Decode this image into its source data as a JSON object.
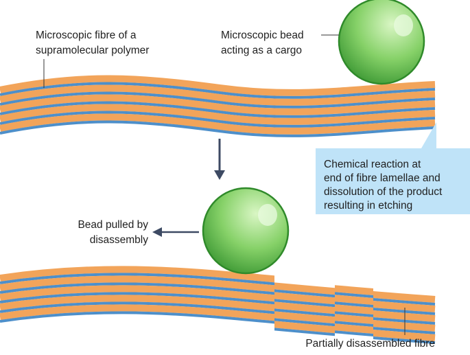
{
  "labels": {
    "fibre_label_line1": "Microscopic fibre of a",
    "fibre_label_line2": "supramolecular polymer",
    "bead_label_line1": "Microscopic bead",
    "bead_label_line2": "acting as a cargo",
    "reaction_line1": "Chemical reaction at",
    "reaction_line2": "end of fibre lamellae and",
    "reaction_line3": "dissolution of the product",
    "reaction_line4": "resulting in etching",
    "pulled_line1": "Bead pulled by",
    "pulled_line2": "disassembly",
    "partial_label": "Partially disassembled fibre"
  },
  "colors": {
    "orange": "#f2a45a",
    "blue": "#4d8fca",
    "callout_bg": "#bfe3f8",
    "arrow": "#3d4a63",
    "bead_light": "#c8efb0",
    "bead_mid": "#7fcf63",
    "bead_dark": "#3f9a36",
    "leader": "#333333"
  }
}
